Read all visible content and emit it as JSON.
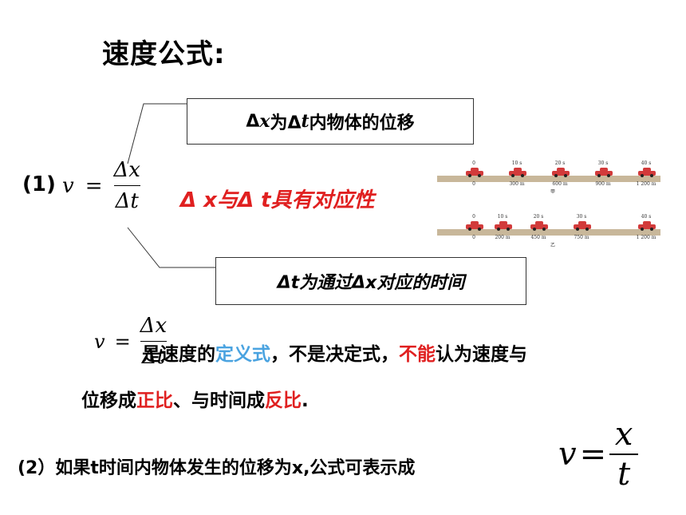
{
  "title": "速度公式:",
  "box_top": {
    "prefix": "Δ",
    "x": "x",
    "mid": "为Δ",
    "t": "t",
    "suffix": " 内物体的位移"
  },
  "label_1": "(1)",
  "formula_1": {
    "v": "v",
    "eq": "=",
    "num": "Δx",
    "den": "Δt"
  },
  "correspondence": "Δ x与Δ t具有对应性",
  "box_bottom": "Δt为通过Δx对应的时间",
  "formula_2": {
    "v": "v",
    "eq": "=",
    "num": "Δx",
    "den": "Δt"
  },
  "paragraph_1": {
    "a": "是速度的",
    "b": "定义式",
    "c": "，不是决定式，",
    "d": "不能",
    "e": "认为速度与"
  },
  "paragraph_2": {
    "a": "位移成",
    "b": "正比",
    "c": "、与时间成",
    "d": "反比",
    "e": "."
  },
  "paragraph_3": "(2）如果t时间内物体发生的位移为x,公式可表示成",
  "formula_3": {
    "v": "v",
    "eq": "=",
    "num": "x",
    "den": "t"
  },
  "road_top": {
    "times": [
      "0",
      "10 s",
      "20 s",
      "30 s",
      "40 s"
    ],
    "distances": [
      "0",
      "300 m",
      "600 m",
      "900 m",
      "1 200 m"
    ],
    "caption": "甲"
  },
  "road_bottom": {
    "times": [
      "0",
      "10 s",
      "20 s",
      "30 s",
      "40 s"
    ],
    "distances": [
      "0",
      "200 m",
      "450 m",
      "750 m",
      "1 200 m"
    ],
    "caption": "乙"
  },
  "colors": {
    "red": "#e02020",
    "blue": "#4aa3e0",
    "road": "#c8b79a",
    "car": "#d23a3a"
  }
}
